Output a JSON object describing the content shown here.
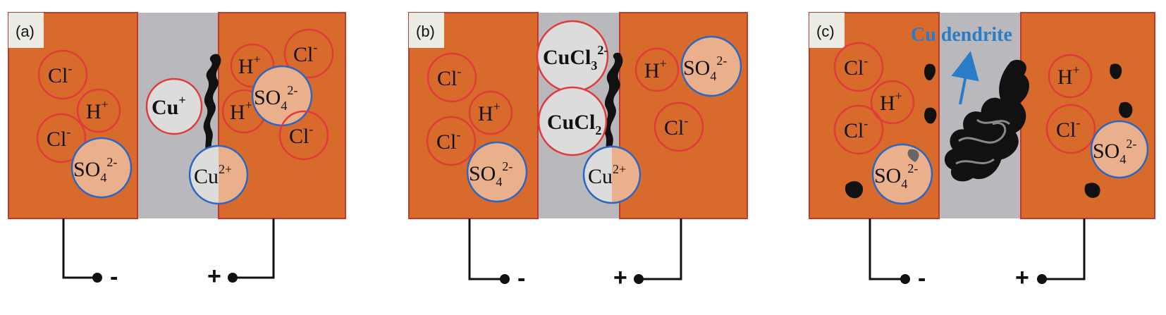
{
  "colors": {
    "electrode": "#d86b2c",
    "electrode_border": "#c0392b",
    "gap": "#b9b8bd",
    "chloride_ring": "#e03a3a",
    "sulfate_ring": "#2a66c2",
    "sulfate_fill": "#eab08c",
    "cu_fill": "#dcdcdc",
    "deposit": "#111111",
    "arrow": "#2a7cc7",
    "label_box": "#ecebe4"
  },
  "panels": [
    {
      "label": "(a)",
      "minus": "-",
      "plus": "+",
      "ions": {
        "cl_1": "Cl",
        "cl_1_sup": "-",
        "h_1": "H",
        "h_1_sup": "+",
        "cl_2": "Cl",
        "cl_2_sup": "-",
        "so4_1": "SO",
        "so4_1_sub": "4",
        "so4_1_sup": "2-",
        "cu_plus": "Cu",
        "cu_plus_sup": "+",
        "cu2_plus": "Cu",
        "cu2_plus_sup": "2+",
        "h_2": "H",
        "h_2_sup": "+",
        "cl_3": "Cl",
        "cl_3_sup": "-",
        "h_3": "H",
        "h_3_sup": "+",
        "so4_2": "SO",
        "so4_2_sub": "4",
        "so4_2_sup": "2-",
        "cl_4": "Cl",
        "cl_4_sup": "-"
      }
    },
    {
      "label": "(b)",
      "minus": "-",
      "plus": "+",
      "ions": {
        "cl_1": "Cl",
        "cl_1_sup": "-",
        "h_1": "H",
        "h_1_sup": "+",
        "cl_2": "Cl",
        "cl_2_sup": "-",
        "so4_1": "SO",
        "so4_1_sub": "4",
        "so4_1_sup": "2-",
        "cucl3": "CuCl",
        "cucl3_sub": "3",
        "cucl3_sup": "2-",
        "cucl2": "CuCl",
        "cucl2_sub": "2",
        "cu2_plus": "Cu",
        "cu2_plus_sup": "2+",
        "h_2": "H",
        "h_2_sup": "+",
        "so4_2": "SO",
        "so4_2_sub": "4",
        "so4_2_sup": "2-",
        "cl_3": "Cl",
        "cl_3_sup": "-"
      }
    },
    {
      "label": "(c)",
      "minus": "-",
      "plus": "+",
      "dendrite_label": "Cu dendrite",
      "ions": {
        "cl_1": "Cl",
        "cl_1_sup": "-",
        "h_1": "H",
        "h_1_sup": "+",
        "cl_2": "Cl",
        "cl_2_sup": "-",
        "so4_1": "SO",
        "so4_1_sub": "4",
        "so4_1_sup": "2-",
        "h_2": "H",
        "h_2_sup": "+",
        "cl_3": "Cl",
        "cl_3_sup": "-",
        "so4_2": "SO",
        "so4_2_sub": "4",
        "so4_2_sup": "2-"
      }
    }
  ]
}
